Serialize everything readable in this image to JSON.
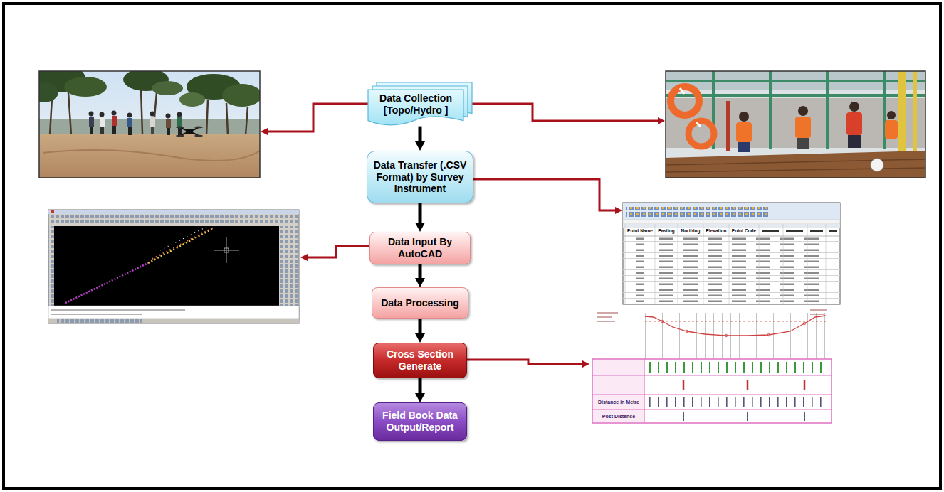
{
  "diagram": {
    "nodes": [
      {
        "text": [
          "Data Collection [Topo/Hydro ]"
        ]
      },
      {
        "text": [
          "Data Transfer (.CSV Format) by Survey Instrument"
        ]
      },
      {
        "text": [
          "Data Input By AutoCAD"
        ]
      },
      {
        "text": [
          "Data Processing"
        ]
      },
      {
        "text": [
          "Cross Section Generate"
        ]
      },
      {
        "text": [
          "Field Book Data Output/Report"
        ]
      }
    ],
    "edges": [
      {
        "from": 0,
        "to": 1,
        "arrow": "to"
      },
      {
        "from": 1,
        "to": 2,
        "arrow": "to"
      },
      {
        "from": 2,
        "to": 3,
        "arrow": "to"
      },
      {
        "from": 3,
        "to": 4,
        "arrow": "to"
      },
      {
        "from": 4,
        "to": 5,
        "arrow": "to"
      }
    ],
    "labels": [
      "Point Name",
      "Easting",
      "Northing",
      "Elevation",
      "Point Code",
      "Distance in Metre",
      "Post Distance"
    ]
  }
}
